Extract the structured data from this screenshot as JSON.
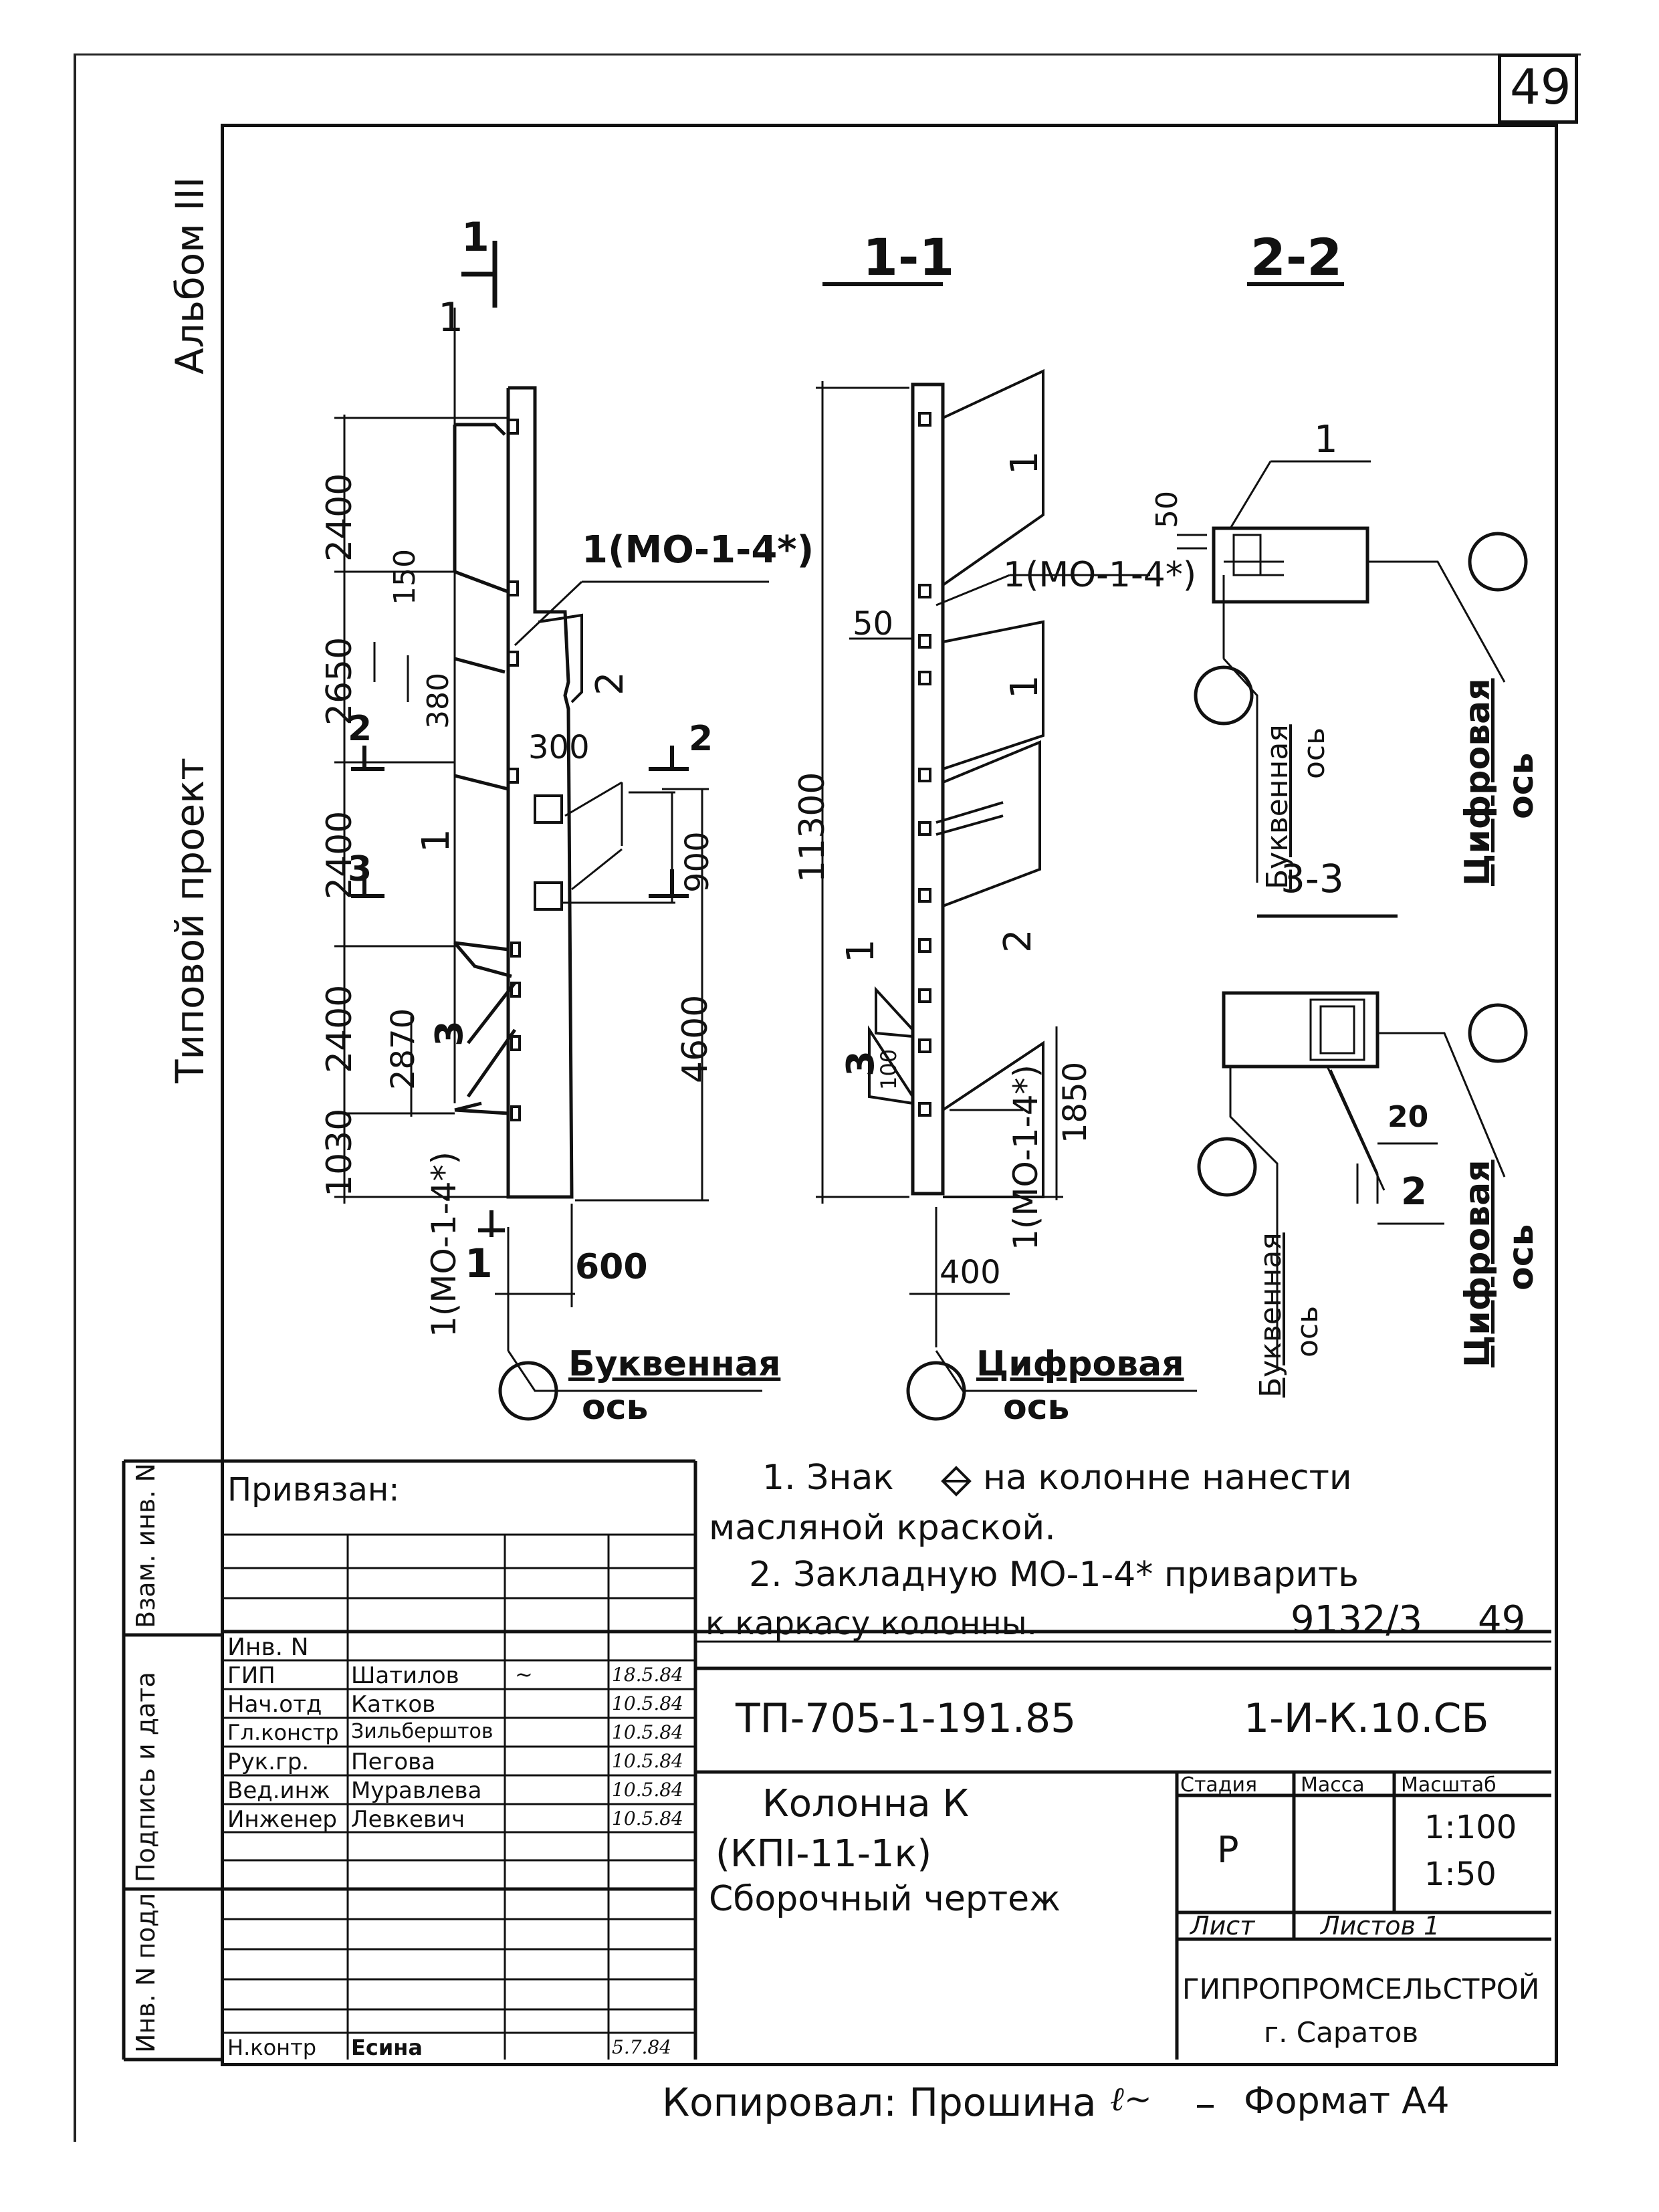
{
  "sheet_number": "49",
  "album": "Альбом III",
  "project_type": "Типовой проект",
  "views": {
    "section_1_1": "1-1",
    "section_2_2": "2-2",
    "section_3_3": "3-3"
  },
  "elevation": {
    "cut_mark": "1",
    "dims_left": [
      "2400",
      "2650",
      "2400",
      "2400",
      "1030"
    ],
    "dims_inner": [
      "150",
      "380",
      "2870"
    ],
    "width": "600",
    "opening_dims": [
      "300",
      "900"
    ],
    "height_lower": "4600",
    "cut_marks": [
      "2",
      "2",
      "3"
    ],
    "leader_labels": [
      "1",
      "2",
      "3",
      "1(МО-1-4*)",
      "1(МО-1-4*)"
    ],
    "axis_label": "Буквенная",
    "axis_label_2": "ось"
  },
  "section_1_1": {
    "height": "11300",
    "dim_50": "50",
    "dim_400": "400",
    "dim_1850": "1850",
    "dim_100": "100",
    "leader_labels": [
      "1",
      "1",
      "1(МО-1-4*)",
      "2",
      "1",
      "3",
      "1(МО-1-4*)"
    ],
    "axis_label": "Цифровая",
    "axis_label_2": "ось"
  },
  "section_2_2": {
    "leader": "1",
    "dim_50": "50",
    "axis_letter": "Буквенная",
    "axis_letter_2": "ось",
    "axis_digit": "Цифровая",
    "axis_digit_2": "ось"
  },
  "section_3_3": {
    "dim_20": "20",
    "leader": "2",
    "axis_letter": "Буквенная",
    "axis_letter_2": "ось",
    "axis_digit": "Цифровая",
    "axis_digit_2": "ось"
  },
  "notes": {
    "line1": "1. Знак",
    "line1b": "на колонне нанести",
    "line2": "масляной краской.",
    "line3": "2. Закладную МО-1-4* приварить",
    "line4": "к каркасу колонны.",
    "doc_ref": "9132/3",
    "doc_ref_page": "49"
  },
  "side_stamp": {
    "inv_zam": "Взам. инв. N",
    "podpis": "Подпись и дата",
    "inv_podl": "Инв. N подл."
  },
  "privyazan": "Привязан:",
  "inv_n": "Инв. N",
  "signers": [
    {
      "role": "ГИП",
      "name": "Шатилов",
      "date": "18.5.84"
    },
    {
      "role": "Нач.отд",
      "name": "Катков",
      "date": "10.5.84"
    },
    {
      "role": "Гл.констр",
      "name": "Зильберштов",
      "date": "10.5.84"
    },
    {
      "role": "Рук.гр.",
      "name": "Пегова",
      "date": "10.5.84"
    },
    {
      "role": "Вед.инж",
      "name": "Муравлева",
      "date": "10.5.84"
    },
    {
      "role": "Инженер",
      "name": "Левкевич",
      "date": "10.5.84"
    }
  ],
  "n_kontr": {
    "role": "Н.контр",
    "name": "Есина",
    "date": "5.7.84"
  },
  "title_block": {
    "project_code": "ТП-705-1-191.85",
    "drawing_code": "1-И-К.10.СБ",
    "title_line1": "Колонна К",
    "title_line2": "(КПI-11-1к)",
    "title_line3": "Сборочный чертеж",
    "stage_label": "Стадия",
    "mass_label": "Масса",
    "scale_label": "Масштаб",
    "stage_value": "Р",
    "scale_1": "1:100",
    "scale_2": "1:50",
    "sheet_label": "Лист",
    "sheets_label": "Листов 1",
    "org": "ГИПРОПРОМСЕЛЬСТРОЙ",
    "city": "г. Саратов"
  },
  "footer": {
    "copied": "Копировал: Прошина",
    "format": "Формат А4"
  }
}
